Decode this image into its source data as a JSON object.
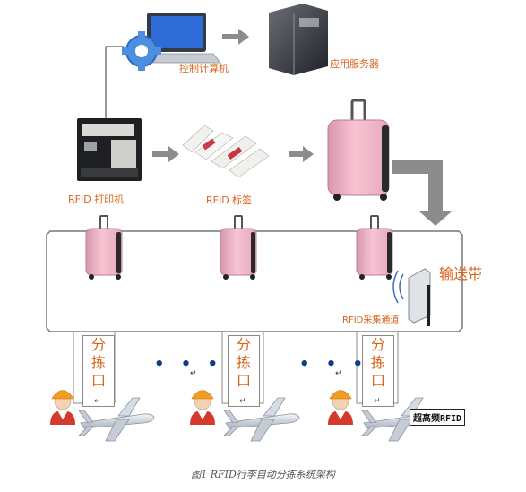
{
  "labels": {
    "control_computer": "控制计算机",
    "app_server": "应用服务器",
    "rfid_printer": "RFID 打印机",
    "rfid_tag": "RFID 标签",
    "conveyor": "输送带",
    "rfid_channel": "RFID采集通道",
    "uhf_rfid": "超高频RFID",
    "caption": "图1    RFID行李自动分拣系统架构"
  },
  "sort_port": {
    "chars": [
      "分",
      "拣",
      "口"
    ]
  },
  "return_mark": "↵",
  "ellipsis": "• • •",
  "colors": {
    "accent_orange": "#d8641c",
    "arrow_gray": "#888888",
    "luggage_pink": "#f0b6c8",
    "conveyor_line": "#777777"
  }
}
